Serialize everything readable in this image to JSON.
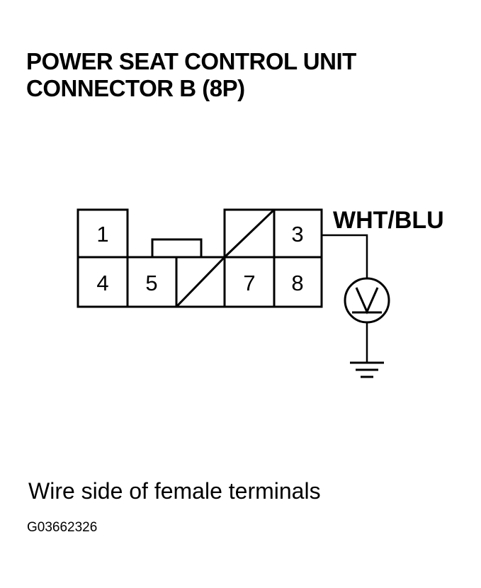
{
  "title": {
    "line1": "POWER SEAT CONTROL UNIT",
    "line2": "CONNECTOR B (8P)"
  },
  "connector": {
    "pins": [
      "1",
      "3",
      "4",
      "5",
      "7",
      "8"
    ],
    "empty_cavities": 2
  },
  "wire_label": "WHT/BLU",
  "meter_icon": "voltmeter-icon",
  "ground_icon": "ground-icon",
  "caption": "Wire side of female terminals",
  "figure_id": "G03662326"
}
